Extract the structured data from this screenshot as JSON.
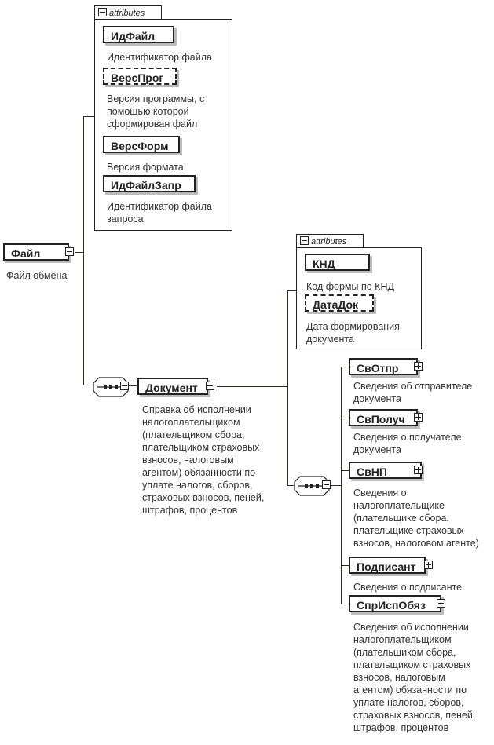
{
  "root": {
    "name": "Файл",
    "description": "Файл обмена",
    "attributes_label": "attributes",
    "attributes": [
      {
        "name": "ИдФайл",
        "description": "Идентификатор файла",
        "optional": false
      },
      {
        "name": "ВерсПрог",
        "description": "Версия программы, с помощью которой сформирован файл",
        "description_lines": [
          "Версия программы, с",
          "помощью которой",
          "сформирован файл"
        ],
        "optional": true
      },
      {
        "name": "ВерсФорм",
        "description": "Версия формата",
        "optional": false
      },
      {
        "name": "ИдФайлЗапр",
        "description_lines": [
          "Идентификатор файла",
          "запроса"
        ],
        "optional": false
      }
    ]
  },
  "document": {
    "name": "Документ",
    "description_lines": [
      "Справка об исполнении",
      "налогоплательщиком",
      "(плательщиком сбора,",
      "плательщиком страховых",
      "взносов,  налоговым",
      "агентом) обязанности по",
      "уплате налогов, сборов,",
      "страховых взносов, пеней,",
      "штрафов, процентов"
    ],
    "attributes_label": "attributes",
    "attributes": [
      {
        "name": "КНД",
        "description": "Код формы по КНД",
        "optional": false
      },
      {
        "name": "ДатаДок",
        "description_lines": [
          "Дата формирования",
          "документа"
        ],
        "optional": true
      }
    ],
    "children": [
      {
        "name": "СвОтпр",
        "description_lines": [
          "Сведения об отправителе",
          "документа"
        ]
      },
      {
        "name": "СвПолуч",
        "description_lines": [
          "Сведения о получателе",
          "документа"
        ]
      },
      {
        "name": "СвНП",
        "description_lines": [
          "Сведения о",
          "налогоплательщике",
          "(плательщике сбора,",
          "плательщике страховых",
          "взносов, налоговом агенте)"
        ]
      },
      {
        "name": "Подписант",
        "description_lines": [
          "Сведения о подписанте"
        ]
      },
      {
        "name": "СпрИспОбяз",
        "description_lines": [
          "Сведения об исполнении",
          "налогоплательщиком",
          "(плательщиком сбора,",
          "плательщиком страховых",
          "взносов, налоговым",
          "агентом) обязанности по",
          "уплате налогов, сборов,",
          "страховых взносов, пеней,",
          "штрафов, процентов"
        ]
      }
    ]
  }
}
